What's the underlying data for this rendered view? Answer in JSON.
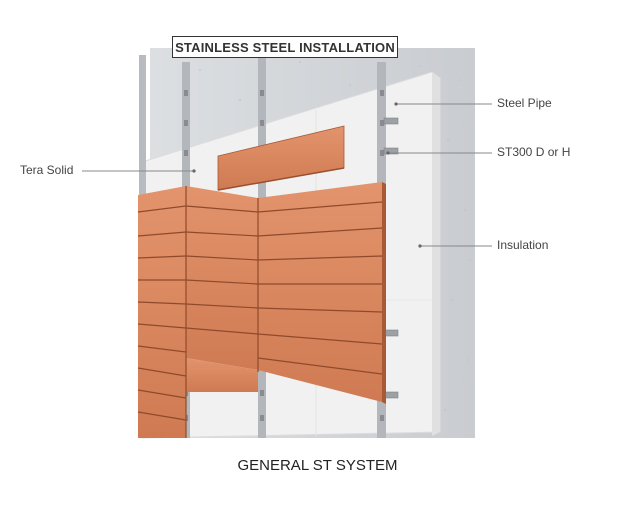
{
  "diagram": {
    "title": "STAINLESS STEEL INSTALLATION",
    "caption": "GENERAL ST SYSTEM",
    "labels": {
      "steel_pipe": "Steel Pipe",
      "st300": "ST300 D or H",
      "insulation": "Insulation",
      "tera_solid": "Tera Solid"
    }
  },
  "colors": {
    "wall": "#d3d6d9",
    "insulation": "#f1f1f1",
    "tile": "#d9855c",
    "tile_edge": "#a85a37",
    "pipe": "#b8bcc0",
    "leader": "#888888"
  }
}
